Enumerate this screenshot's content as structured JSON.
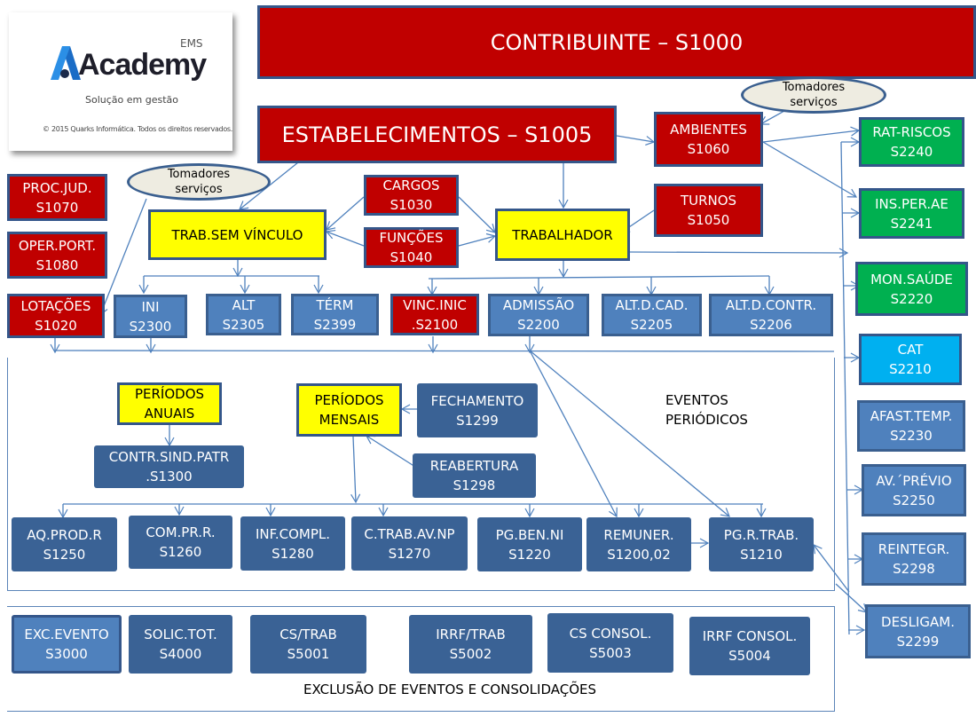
{
  "logo": {
    "brand": "Academy",
    "suffix": "EMS",
    "tagline": "Solução em gestão",
    "copyright": "© 2015 Quarks Informática. Todos os direitos reservados."
  },
  "colors": {
    "red": "#c00000",
    "yellow": "#ffff00",
    "green": "#00b050",
    "cyan": "#00b0f0",
    "blue": "#4f81bd",
    "navy": "#3a6295",
    "connector": "#4f81bd"
  },
  "nodes": {
    "s1000": {
      "line1": "CONTRIBUINTE – S1000"
    },
    "s1005": {
      "line1": "ESTABELECIMENTOS – S1005"
    },
    "s1060": {
      "line1": "AMBIENTES",
      "line2": "S1060"
    },
    "tomadores_top": {
      "line1": "Tomadores",
      "line2": "serviços"
    },
    "tomadores_left": {
      "line1": "Tomadores",
      "line2": "serviços"
    },
    "s1070": {
      "line1": "PROC.JUD.",
      "line2": "S1070"
    },
    "s1080": {
      "line1": "OPER.PORT.",
      "line2": "S1080"
    },
    "s1020": {
      "line1": "LOTAÇÕES",
      "line2": "S1020"
    },
    "s1030": {
      "line1": "CARGOS",
      "line2": "S1030"
    },
    "s1040": {
      "line1": "FUNÇÕES",
      "line2": "S1040"
    },
    "s1050": {
      "line1": "TURNOS",
      "line2": "S1050"
    },
    "trab_sem_vinculo": {
      "line1": "TRAB.SEM VÍNCULO"
    },
    "trabalhador": {
      "line1": "TRABALHADOR"
    },
    "s2300": {
      "line1": "INI",
      "line2": "S2300"
    },
    "s2305": {
      "line1": "ALT",
      "line2": "S2305"
    },
    "s2399": {
      "line1": "TÉRM",
      "line2": "S2399"
    },
    "s2100": {
      "line1": "VINC.INIC",
      "line2": ".S2100"
    },
    "s2200": {
      "line1": "ADMISSÃO",
      "line2": "S2200"
    },
    "s2205": {
      "line1": "ALT.D.CAD.",
      "line2": "S2205"
    },
    "s2206": {
      "line1": "ALT.D.CONTR.",
      "line2": "S2206"
    },
    "s2240": {
      "line1": "RAT-RISCOS",
      "line2": "S2240"
    },
    "s2241": {
      "line1": "INS.PER.AE",
      "line2": "S2241"
    },
    "s2220": {
      "line1": "MON.SAÚDE",
      "line2": "S2220"
    },
    "s2210": {
      "line1": "CAT",
      "line2": "S2210"
    },
    "s2230": {
      "line1": "AFAST.TEMP.",
      "line2": "S2230"
    },
    "s2250": {
      "line1": "AV.´PRÉVIO",
      "line2": "S2250"
    },
    "s2298": {
      "line1": "REINTEGR.",
      "line2": "S2298"
    },
    "s2299": {
      "line1": "DESLIGAM.",
      "line2": "S2299"
    },
    "periodos_anuais": {
      "line1": "PERÍODOS",
      "line2": "ANUAIS"
    },
    "periodos_mensais": {
      "line1": "PERÍODOS",
      "line2": "MENSAIS"
    },
    "s1299": {
      "line1": "FECHAMENTO",
      "line2": "S1299"
    },
    "s1298": {
      "line1": "REABERTURA",
      "line2": "S1298"
    },
    "s1300": {
      "line1": "CONTR.SIND.PATR",
      "line2": ".S1300"
    },
    "s1250": {
      "line1": "AQ.PROD.R",
      "line2": "S1250"
    },
    "s1260": {
      "line1": "COM.PR.R.",
      "line2": "S1260"
    },
    "s1280": {
      "line1": "INF.COMPL.",
      "line2": "S1280"
    },
    "s1270": {
      "line1": "C.TRAB.AV.NP",
      "line2": "S1270"
    },
    "s1220": {
      "line1": "PG.BEN.NI",
      "line2": "S1220"
    },
    "s1200": {
      "line1": "REMUNER.",
      "line2": "S1200,02"
    },
    "s1210": {
      "line1": "PG.R.TRAB.",
      "line2": "S1210"
    },
    "s3000": {
      "line1": "EXC.EVENTO",
      "line2": "S3000"
    },
    "s4000": {
      "line1": "SOLIC.TOT.",
      "line2": "S4000"
    },
    "s5001": {
      "line1": "CS/TRAB",
      "line2": "S5001"
    },
    "s5002": {
      "line1": "IRRF/TRAB",
      "line2": "S5002"
    },
    "s5003": {
      "line1": "CS CONSOL.",
      "line2": "S5003"
    },
    "s5004": {
      "line1": "IRRF CONSOL.",
      "line2": "S5004"
    }
  },
  "groups": {
    "eventos_periodicos": {
      "line1": "EVENTOS",
      "line2": "PERIÓDICOS"
    },
    "exclusao": {
      "label": "EXCLUSÃO DE EVENTOS E CONSOLIDAÇÕES"
    }
  }
}
